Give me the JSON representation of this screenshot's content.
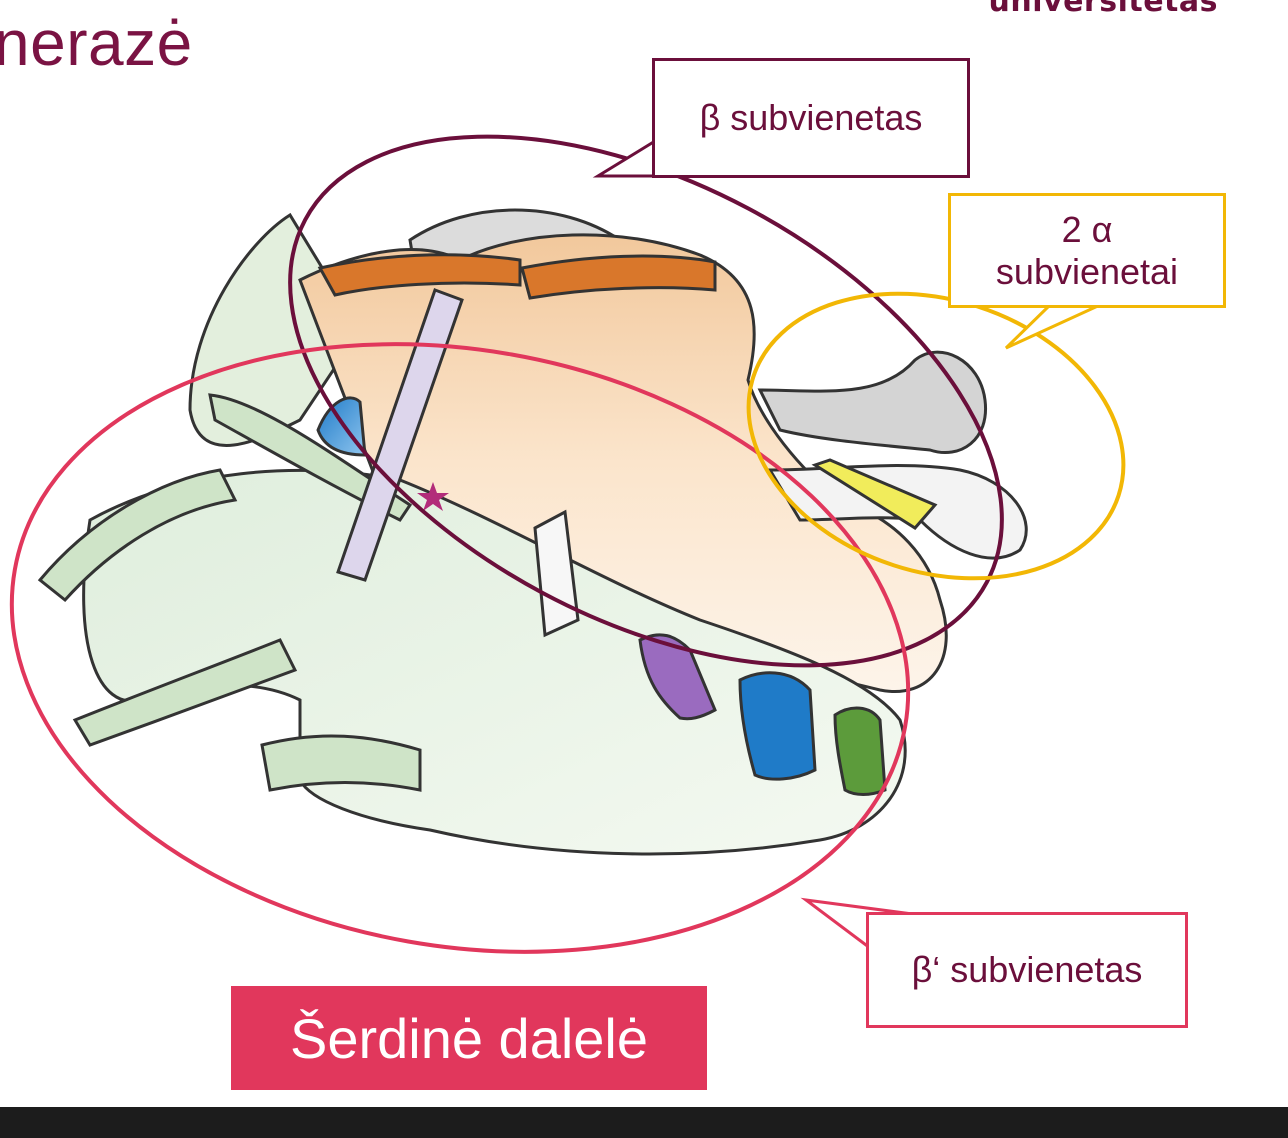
{
  "header": {
    "title": "nerazė",
    "logo_text": "universitetas"
  },
  "labels": {
    "beta": "β subvienetas",
    "alpha_line1": "2 α",
    "alpha_line2": "subvienetai",
    "beta_prime": "β‘ subvienetas",
    "core": "Šerdinė dalelė"
  },
  "colors": {
    "title": "#7a1343",
    "beta_outline": "#6b0f3b",
    "alpha_outline": "#f2b705",
    "beta_prime_outline": "#e1375c",
    "core_fill": "#e1375c"
  }
}
